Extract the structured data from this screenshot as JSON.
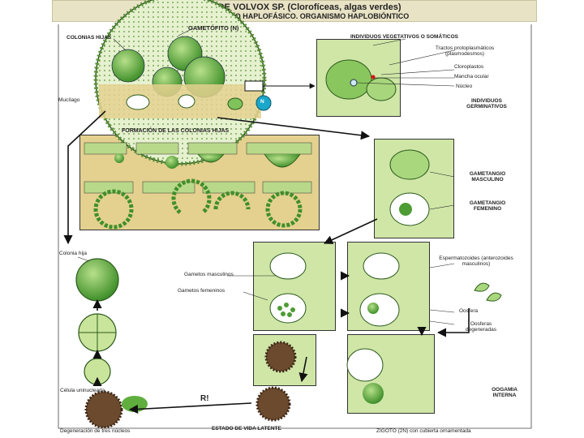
{
  "header": {
    "title": "CICLO DE VOLVOX SP. (Clorofíceas, algas verdes)",
    "subtitle": "MONOGENÉTICO HAPLOFÁSICO. ORGANISMO HAPLOBIÓNTICO"
  },
  "labels": {
    "gametofito": "GAMETÓFITO (N)",
    "colonias_hijas": "COLONIAS HIJAS",
    "mucilago": "Mucílago",
    "n_marker": "N",
    "formacion": "FORMACIÓN DE LAS COLONIAS HIJAS",
    "individuos_vegetativos": "INDIVIDUOS VEGETATIVOS O SOMÁTICOS",
    "tractos": "Tractos protoplasmáticos (plasmodesmos)",
    "cloroplastos": "Cloroplastos",
    "mancha_ocular": "Mancha ocular",
    "nucleo": "Núcleo",
    "individuos_germinativos": "INDIVIDUOS GERMINATIVOS",
    "gametangio_masculino": "GAMETANGIO MASCULINO",
    "gametangio_femenino": "GAMETANGIO FEMENINO",
    "colonia_hija": "Colonia hija",
    "gametos_masculinos": "Gametos masculinos",
    "gametos_femeninos": "Gametos femeninos",
    "espermatozoides": "Espermatozoides (anterozoides masculinos)",
    "oosfera": "Oosfera",
    "oosferas_degeneradas": "Oosferas degeneradas",
    "oogamia_interna": "OOGAMIA INTERNA",
    "celula_uninucleada": "Célula uninucleada",
    "r_marker": "R!",
    "degeneracion": "Degeneración de tres núcleos",
    "estado_latente": "ESTADO DE VIDA LATENTE",
    "zigoto": "ZIGOTO (2N) con cubierta ornamentada"
  },
  "colors": {
    "panel_tan": "#e4d18f",
    "cell_green": "#5fae3e",
    "cell_light": "#c9e59b",
    "zygote_brown": "#6b4a2e",
    "title_band": "#e9e3c6"
  }
}
